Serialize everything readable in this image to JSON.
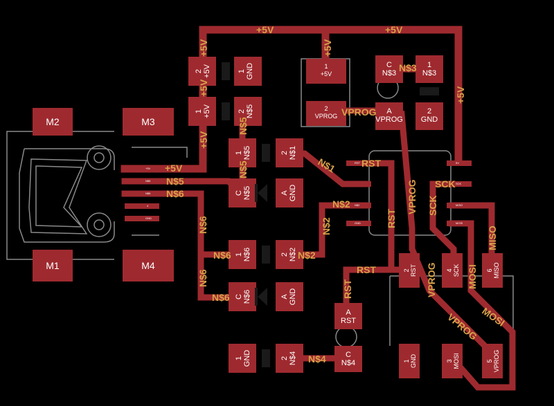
{
  "usb_pads": {
    "m2": "M2",
    "m3": "M3",
    "m1": "M1",
    "m4": "M4"
  },
  "nets": {
    "vcc": "+5V",
    "n1": "N$1",
    "n2": "N$2",
    "n3": "N$3",
    "n4": "N$4",
    "n5": "N$5",
    "n6": "N$6",
    "rst": "RST",
    "sck": "SCK",
    "miso": "MISO",
    "mosi": "MOSI",
    "vprog": "VPROG"
  },
  "pads": {
    "p1": "1",
    "p2": "2",
    "p3": "3",
    "p4": "4",
    "p5": "5",
    "p6": "6",
    "a": "A",
    "c": "C",
    "gnd": "GND",
    "vcc": "+5V",
    "vprog": "VPROG",
    "n1": "N$1",
    "n2": "N$2",
    "n3": "N$3",
    "n4": "N$4",
    "n5": "N$5",
    "n6": "N$6",
    "rst": "RST",
    "sck": "SCK",
    "miso": "MISO",
    "mosi": "MOSI"
  },
  "ic_pin_labels": {
    "vcc": "5V",
    "rst": "RST",
    "n2": "N$2",
    "sck": "SCK",
    "miso": "MISO",
    "mosi": "MOSI",
    "gnd": "GND"
  },
  "usb_pin_labels": {
    "p1": "+5V",
    "p2": "N$5",
    "p3": "N$6",
    "p4": "4",
    "p5": "GND"
  }
}
